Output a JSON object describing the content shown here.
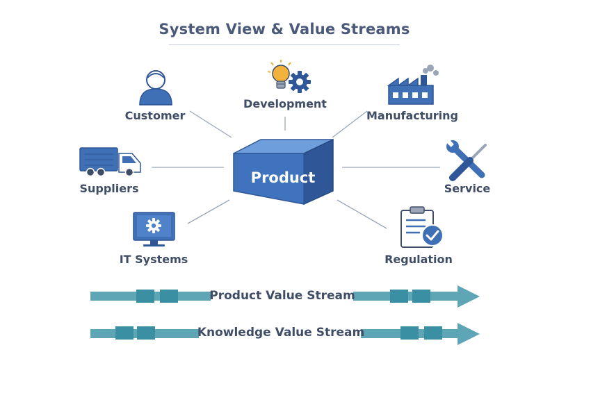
{
  "title": "System View & Value Streams",
  "center": {
    "label": "Product"
  },
  "nodes": {
    "customer": "Customer",
    "development": "Development",
    "manufacturing": "Manufacturing",
    "suppliers": "Suppliers",
    "service": "Service",
    "it_systems": "IT Systems",
    "regulation": "Regulation"
  },
  "streams": {
    "product": "Product Value Stream",
    "knowledge": "Knowledge Value Stream"
  },
  "colors": {
    "primary_blue": "#3f6fb5",
    "dark_blue": "#2f5797",
    "stream_teal": "#5ea6b5",
    "stream_block": "#3a8fa3",
    "text": "#3f4d66"
  }
}
